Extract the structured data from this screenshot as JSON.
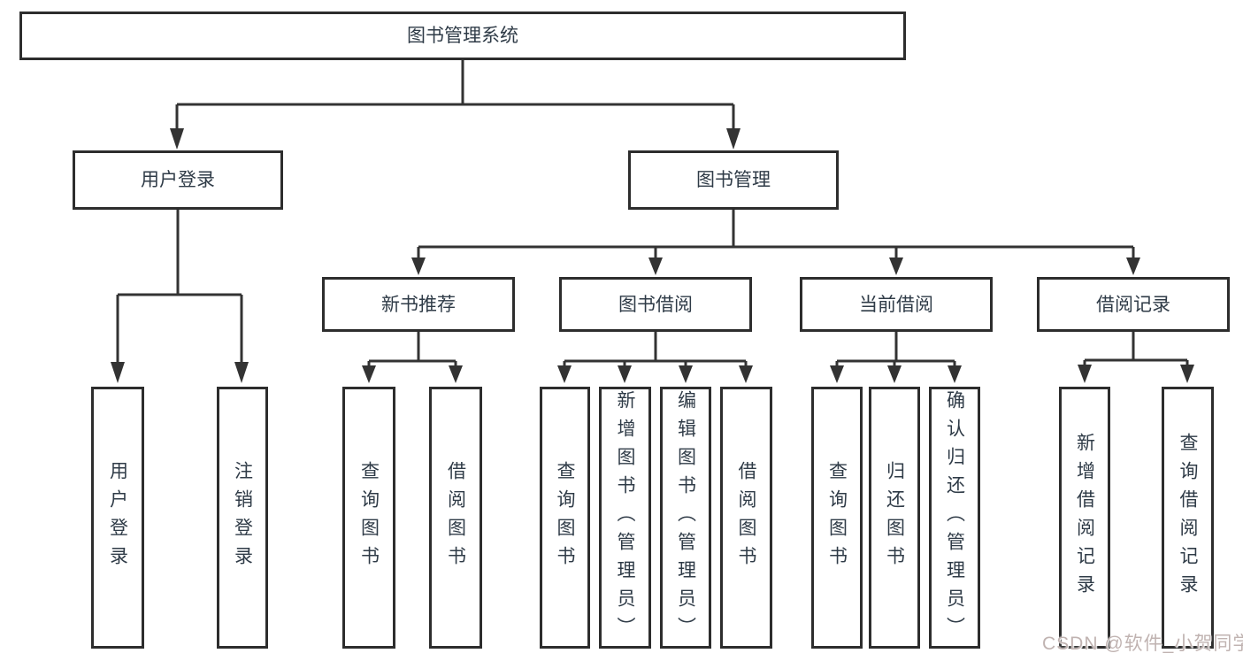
{
  "nodes": {
    "root": "图书管理系统",
    "user_login": "用户登录",
    "book_mgmt": "图书管理",
    "new_book_rec": "新书推荐",
    "book_borrow": "图书借阅",
    "current_borrow": "当前借阅",
    "borrow_records": "借阅记录",
    "leaf_user_login": "用户登录",
    "leaf_logout": "注销登录",
    "leaf_query_book_1": "查询图书",
    "leaf_borrow_book_1": "借阅图书",
    "leaf_query_book_2": "查询图书",
    "leaf_add_book": "新增图书（管理员）",
    "leaf_edit_book": "编辑图书（管理员）",
    "leaf_borrow_book_2": "借阅图书",
    "leaf_query_book_3": "查询图书",
    "leaf_return_book": "归还图书",
    "leaf_confirm_return": "确认归还（管理员）",
    "leaf_add_borrow_record": "新增借阅记录",
    "leaf_query_borrow_record": "查询借阅记录"
  },
  "watermark": "CSDN @软件_小贺同学",
  "colors": {
    "line": "#333333",
    "box_border": "#2d2d2d",
    "text": "#2f3b47",
    "watermark": "#c0b3b1"
  }
}
